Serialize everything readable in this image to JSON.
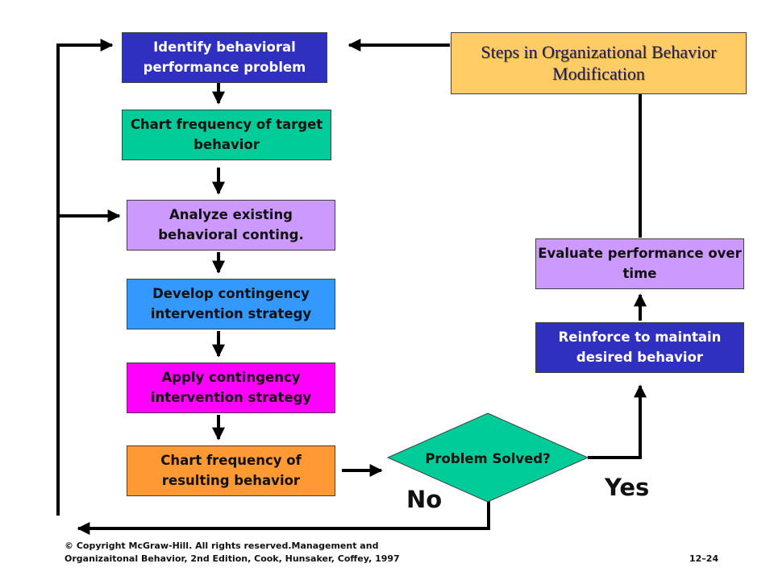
{
  "title": "Steps in Organizational Behavior Modification",
  "steps": [
    {
      "label": "Identify behavioral performance problem",
      "color": "#3030c0",
      "text_color": "#ffffff"
    },
    {
      "label": "Chart frequency of target behavior",
      "color": "#00cc99",
      "text_color": "#111111"
    },
    {
      "label": "Analyze existing behavioral conting.",
      "color": "#cc99ff",
      "text_color": "#111111"
    },
    {
      "label": "Develop contingency intervention strategy",
      "color": "#3399ff",
      "text_color": "#111111"
    },
    {
      "label": "Apply contingency intervention strategy",
      "color": "#ff00ff",
      "text_color": "#111111"
    },
    {
      "label": "Chart frequency of resulting behavior",
      "color": "#ff9933",
      "text_color": "#111111"
    }
  ],
  "decision": {
    "label": "Problem Solved?",
    "color": "#00cc99"
  },
  "yes_path": [
    {
      "label": "Reinforce to maintain desired behavior",
      "color": "#3030c0",
      "text_color": "#ffffff"
    },
    {
      "label": "Evaluate performance over time",
      "color": "#cc99ff",
      "text_color": "#111111"
    }
  ],
  "branches": {
    "yes": "Yes",
    "no": "No"
  },
  "footer": {
    "line1": "© Copyright McGraw-Hill. All rights reserved.Management and",
    "line2": "Organizaitonal Behavior, 2nd Edition, Cook, Hunsaker, Coffey, 1997",
    "slide_number": "12–24"
  },
  "colors": {
    "title_box": "#ffcc66",
    "connector": "#000000"
  }
}
